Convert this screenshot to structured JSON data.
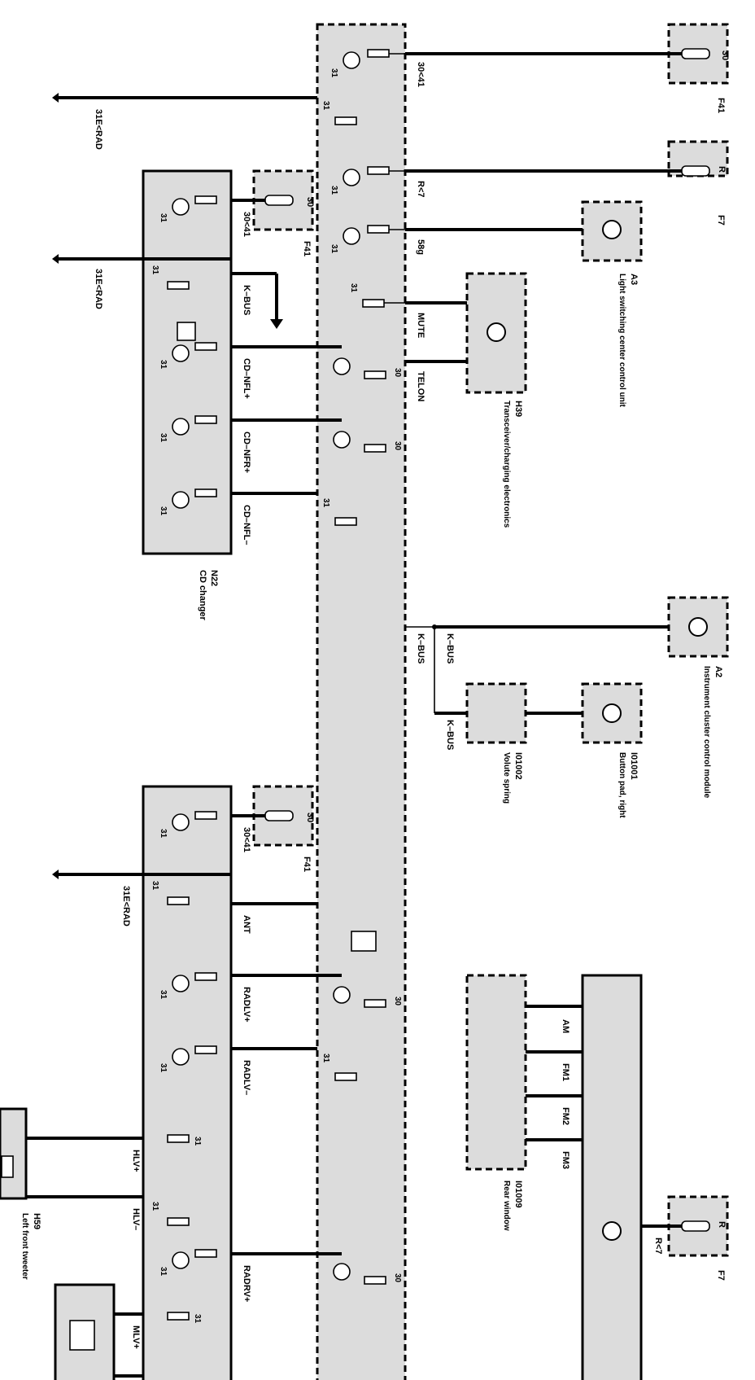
{
  "radio_unit": {
    "pins_right": [
      "30<41",
      "R<7",
      "58g",
      "MUTE",
      "TELON",
      "K–BUS"
    ],
    "ground_31": "31",
    "supply_30": "30"
  },
  "cd_changer": {
    "id": "N22",
    "name": "CD changer",
    "pins": [
      "30<41",
      "K–BUS",
      "CD–NFL+",
      "CD–NFR+",
      "CD–NFL–"
    ],
    "ground_31": "31"
  },
  "amplifier": {
    "pins": [
      "30<41",
      "ANT",
      "RADLV+",
      "RADLV–",
      "HLV+",
      "HLV–",
      "RADRV+",
      "MLV+"
    ],
    "ground_31": "31"
  },
  "ground_refs": {
    "radio": "31E<RAD",
    "cd_changer": "31E<RAD",
    "amplifier": "31E<RAD"
  },
  "fuses": [
    {
      "id": "F41",
      "pin": "30"
    },
    {
      "id": "F7",
      "pin": "R"
    },
    {
      "id": "F41",
      "pin": "30"
    },
    {
      "id": "F41",
      "pin": "30"
    },
    {
      "id": "F7",
      "pin": "R"
    }
  ],
  "components": {
    "a3": {
      "id": "A3",
      "name": "Light switching center control unit"
    },
    "h39": {
      "id": "H39",
      "name": "Transceiver/charging electronics"
    },
    "a2": {
      "id": "A2",
      "name": "Instrument cluster control module"
    },
    "i01002": {
      "id": "I01002",
      "name": "Volute spring"
    },
    "i01001": {
      "id": "I01001",
      "name": "Button pad, right"
    },
    "i01009": {
      "id": "I01009",
      "name": "Rear window"
    },
    "h59": {
      "id": "H59",
      "name": "Left front tweeter"
    }
  },
  "kbus_labels": [
    "K–BUS",
    "K–BUS",
    "K–BUS"
  ],
  "antenna_bands": [
    "AM",
    "FM1",
    "FM2",
    "FM3"
  ],
  "antenna_fuse_pin": "R<7"
}
